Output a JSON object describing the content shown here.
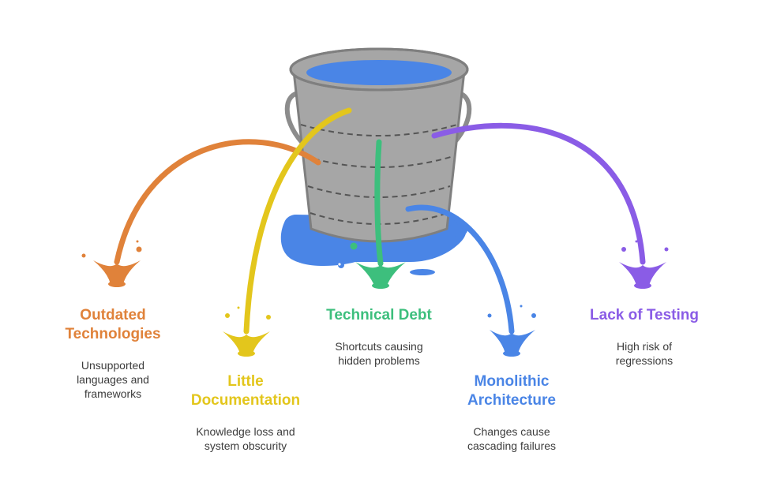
{
  "colors": {
    "bucket": "#a6a6a6",
    "bucket_dark": "#7f7f7f",
    "water": "#4a85e6",
    "orange": "#e0823a",
    "yellow": "#e3c61c",
    "green": "#3dbf7d",
    "blue": "#4a85e6",
    "purple": "#8a5ce6"
  },
  "leaks": [
    {
      "id": "outdated-technologies",
      "title_lines": [
        "Outdated",
        "Technologies"
      ],
      "desc_lines": [
        "Unsupported",
        "languages and",
        "frameworks"
      ],
      "color": "#e0823a"
    },
    {
      "id": "little-documentation",
      "title_lines": [
        "Little",
        "Documentation"
      ],
      "desc_lines": [
        "Knowledge loss and",
        "system obscurity"
      ],
      "color": "#e3c61c"
    },
    {
      "id": "technical-debt",
      "title_lines": [
        "Technical Debt"
      ],
      "desc_lines": [
        "Shortcuts causing",
        "hidden problems"
      ],
      "color": "#3dbf7d"
    },
    {
      "id": "monolithic-architecture",
      "title_lines": [
        "Monolithic",
        "Architecture"
      ],
      "desc_lines": [
        "Changes cause",
        "cascading failures"
      ],
      "color": "#4a85e6"
    },
    {
      "id": "lack-of-testing",
      "title_lines": [
        "Lack of Testing"
      ],
      "desc_lines": [
        "High risk of",
        "regressions"
      ],
      "color": "#8a5ce6"
    }
  ]
}
